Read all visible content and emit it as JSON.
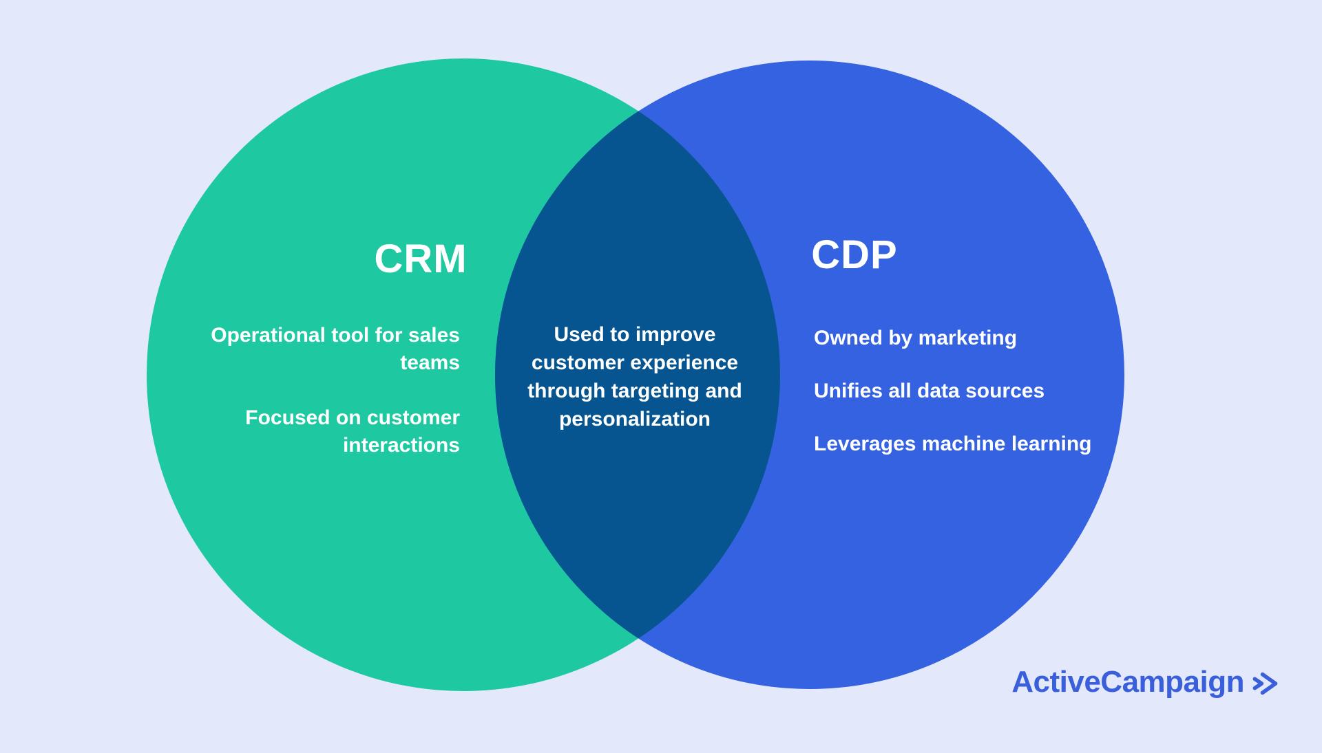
{
  "background_color": "#e3e8fb",
  "text_color": "#ffffff",
  "venn": {
    "left": {
      "title": "CRM",
      "color": "#1ec9a2",
      "items": [
        {
          "lines": [
            "Operational tool for sales",
            "teams"
          ]
        },
        {
          "lines": [
            "Focused on customer",
            "interactions"
          ]
        }
      ]
    },
    "right": {
      "title": "CDP",
      "color": "#3562e0",
      "items": [
        {
          "lines": [
            "Owned by marketing"
          ]
        },
        {
          "lines": [
            "Unifies all data sources"
          ]
        },
        {
          "lines": [
            "Leverages machine learning"
          ]
        }
      ]
    },
    "overlap": {
      "color": "#065590",
      "lines": [
        "Used to improve",
        "customer experience",
        "through targeting and",
        "personalization"
      ]
    }
  },
  "brand": {
    "name": "ActiveCampaign",
    "color": "#3a5fdb",
    "mark_icon": "double-chevron-right"
  }
}
